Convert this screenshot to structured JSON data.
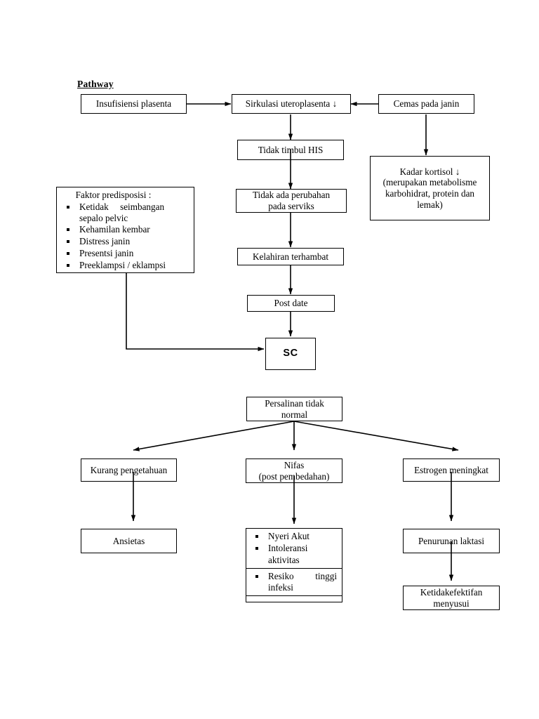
{
  "document": {
    "title": "Pathway",
    "kind": "clinical-pathway-flowchart",
    "page_background": "#ffffff",
    "line_color": "#000000"
  },
  "nodes": {
    "insufisiensi": {
      "label": "Insufisiensi plasenta"
    },
    "sirkulasi": {
      "label": "Sirkulasi uteroplasenta ↓"
    },
    "cemas": {
      "label": "Cemas pada janin"
    },
    "tidak_timbul_his": {
      "label": "Tidak timbul HIS"
    },
    "kadar_kortisol": {
      "line1": "Kadar kortisol ↓",
      "line2": "(merupakan metabolisme",
      "line3": "karbohidrat, protein dan",
      "line4": "lemak)"
    },
    "faktor_predisposisi": {
      "heading": "Faktor predisposisi :",
      "items": [
        {
          "left": "Ketidak",
          "right": "seimbangan",
          "continuation": "sepalo pelvic",
          "justified": true
        },
        {
          "left": "Kehamilan kembar",
          "justified": false
        },
        {
          "left": "Distress janin",
          "justified": false
        },
        {
          "left": "Presentsi janin",
          "justified": false
        },
        {
          "left": "Preeklampsi / eklampsi",
          "justified": false
        }
      ]
    },
    "tidak_ada_perubahan": {
      "line1": "Tidak ada perubahan",
      "line2": "pada serviks"
    },
    "kelahiran_terhambat": {
      "label": "Kelahiran terhambat"
    },
    "post_date": {
      "label": "Post date"
    },
    "sc": {
      "label": "SC"
    },
    "persalinan_tidak_normal": {
      "line1": "Persalinan tidak",
      "line2": "normal"
    },
    "kurang_pengetahuan": {
      "label": "Kurang pengetahuan"
    },
    "nifas": {
      "line1": "Nifas",
      "line2": "(post pembedahan)"
    },
    "estrogen_meningkat": {
      "label": "Estrogen meningkat"
    },
    "ansietas": {
      "label": "Ansietas"
    },
    "masalah_nifas": {
      "rows": [
        {
          "items": [
            {
              "left": "Nyeri Akut",
              "justified": false
            },
            {
              "left": "Intoleransi",
              "continuation": "aktivitas",
              "justified": false
            }
          ]
        },
        {
          "items": [
            {
              "left": "Resiko",
              "right": "tinggi",
              "continuation": "infeksi",
              "justified": true
            }
          ]
        },
        {
          "items": []
        }
      ]
    },
    "penurunan_laktasi": {
      "label": "Penurunan laktasi"
    },
    "ketidakefektifan_menyusui": {
      "line1": "Ketidakefektifan",
      "line2": "menyusui"
    }
  },
  "edges": [
    {
      "from": "insufisiensi",
      "to": "sirkulasi",
      "kind": "arrow-right"
    },
    {
      "from": "cemas",
      "to": "sirkulasi",
      "kind": "arrow-left"
    },
    {
      "from": "sirkulasi",
      "to": "tidak_timbul_his",
      "kind": "arrow-down"
    },
    {
      "from": "cemas",
      "to": "kadar_kortisol",
      "kind": "arrow-down"
    },
    {
      "from": "tidak_timbul_his",
      "to": "tidak_ada_perubahan",
      "kind": "arrow-down"
    },
    {
      "from": "tidak_ada_perubahan",
      "to": "kelahiran_terhambat",
      "kind": "arrow-down"
    },
    {
      "from": "kelahiran_terhambat",
      "to": "post_date",
      "kind": "arrow-down"
    },
    {
      "from": "post_date",
      "to": "sc",
      "kind": "arrow-down"
    },
    {
      "from": "faktor_predisposisi",
      "to": "sc",
      "kind": "elbow-down-right"
    },
    {
      "from": "persalinan_tidak_normal",
      "to": "kurang_pengetahuan",
      "kind": "arrow-diagonal-left"
    },
    {
      "from": "persalinan_tidak_normal",
      "to": "nifas",
      "kind": "arrow-down"
    },
    {
      "from": "persalinan_tidak_normal",
      "to": "estrogen_meningkat",
      "kind": "arrow-diagonal-right"
    },
    {
      "from": "kurang_pengetahuan",
      "to": "ansietas",
      "kind": "arrow-down"
    },
    {
      "from": "nifas",
      "to": "masalah_nifas",
      "kind": "arrow-down"
    },
    {
      "from": "estrogen_meningkat",
      "to": "penurunan_laktasi",
      "kind": "arrow-down"
    },
    {
      "from": "penurunan_laktasi",
      "to": "ketidakefektifan_menyusui",
      "kind": "arrow-down"
    }
  ]
}
